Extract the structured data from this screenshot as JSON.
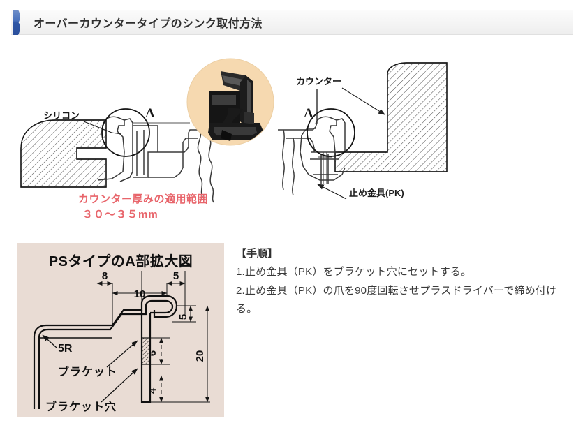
{
  "header": {
    "title": "オーバーカウンタータイプのシンク取付方法",
    "accent_color": "#3a63b0",
    "accent_icon": "bookmark-flag-icon",
    "band_color": "#f4f4f4"
  },
  "main_figure": {
    "name": "sink-counter-cross-section",
    "labels": {
      "silicone": "シリコン",
      "detail_marker_left": "A",
      "detail_marker_right": "A",
      "counter": "カウンター",
      "clip": "止め金具(PK)"
    },
    "red_note": {
      "line1": "カウンター厚みの適用範囲",
      "line2": "３０〜３５mm",
      "color": "#e8656b"
    },
    "photo_inset": {
      "name": "clip-hardware-photo",
      "background_color": "#f6d9b0",
      "subject": "black-metal-clip"
    },
    "hatch_color": "#555555"
  },
  "detail_panel": {
    "title": "PSタイプのA部拡大図",
    "background_color": "#e9dcd4",
    "labels": {
      "radius": "5R",
      "bracket": "ブラケット",
      "bracket_hole": "ブラケット穴"
    },
    "dimensions": {
      "top_a": "8",
      "top_b": "10",
      "top_c": "5",
      "right_upper": "5",
      "right_total": "20",
      "inner_upper": "6",
      "inner_lower": "4"
    }
  },
  "procedure": {
    "heading": "【手順】",
    "steps": [
      "1.止め金具（PK）をブラケット穴にセットする。",
      "2.止め金具（PK）の爪を90度回転させプラスドライバーで締め付ける。"
    ]
  }
}
